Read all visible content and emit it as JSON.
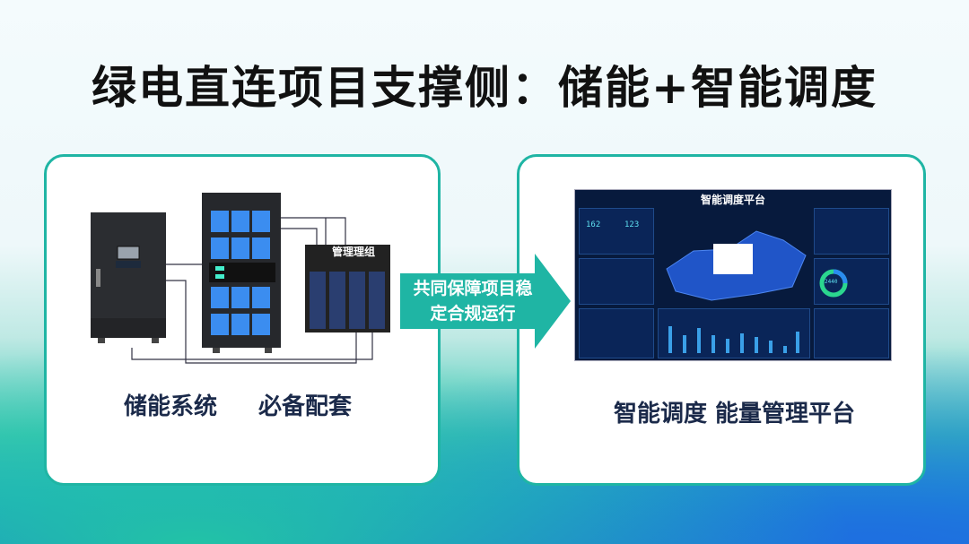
{
  "title": "绿电直连项目支撑侧：储能+智能调度",
  "left_card": {
    "caption_1": "储能系统",
    "caption_2": "必备配套",
    "bms_label": "管理理组"
  },
  "arrow": {
    "line_1": "共同保障项目稳",
    "line_2": "定合规运行"
  },
  "right_card": {
    "caption": "智能调度  能量管理平台",
    "dashboard": {
      "title": "智能调度平台",
      "stat_1": "162",
      "stat_2": "123",
      "donut_value": "2440"
    }
  },
  "colors": {
    "accent": "#1fb5a4",
    "battery": "#3b8df0",
    "dash_bg": "#071a3d"
  }
}
